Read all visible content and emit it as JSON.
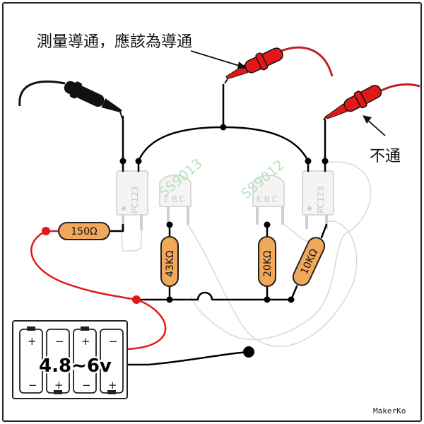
{
  "annotations": {
    "top_label": "測量導通，應該為導通",
    "right_label": "不通"
  },
  "components": {
    "optocoupler_left": "PC123",
    "optocoupler_right": "PC123",
    "transistor_left": "SS9013",
    "transistor_right": "SS9012",
    "transistor_pins": "EBC"
  },
  "resistors": {
    "r150": "150Ω",
    "r43k": "43KΩ",
    "r20k": "20KΩ",
    "r10k": "10KΩ"
  },
  "battery": {
    "voltage": "4.8~6v",
    "plus": "+",
    "minus": "−"
  },
  "brand": "MakerKo",
  "colors": {
    "probe_red": "#e21818",
    "probe_black": "#111111",
    "resistor": "#f2a85a",
    "ghost": "#cfcfcf",
    "watermark": "#b9e0bd"
  }
}
